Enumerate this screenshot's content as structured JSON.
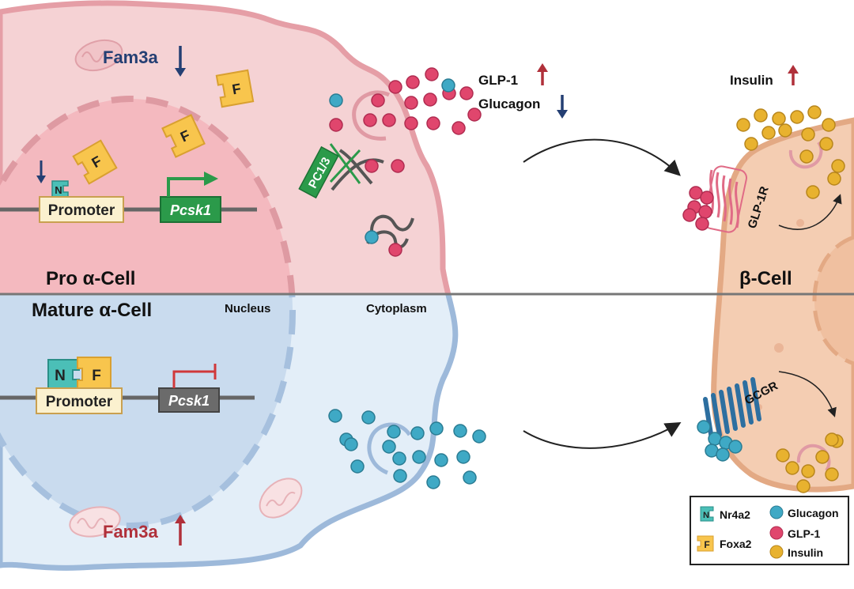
{
  "labels": {
    "pro_cell": "Pro α-Cell",
    "mature_cell": "Mature α-Cell",
    "beta_cell": "β-Cell",
    "nucleus": "Nucleus",
    "cytoplasm": "Cytoplasm",
    "fam3a": "Fam3a",
    "glp1": "GLP-1",
    "glucagon": "Glucagon",
    "insulin": "Insulin",
    "promoter": "Promoter",
    "pcsk1": "Pcsk1",
    "pc13": "PC1/3",
    "glp1r": "GLP-1R",
    "gcgr": "GCGR",
    "n_letter": "N",
    "f_letter": "F"
  },
  "legend": {
    "nr4a2": "Nr4a2",
    "foxa2": "Foxa2",
    "glucagon": "Glucagon",
    "glp1": "GLP-1",
    "insulin": "Insulin"
  },
  "colors": {
    "pro_cytoplasm": "#f5d2d4",
    "pro_membrane": "#e59ea6",
    "pro_nucleus": "#f4b9bf",
    "mature_cytoplasm": "#e3eef8",
    "mature_membrane": "#9db9da",
    "mature_nucleus": "#c9dbee",
    "beta_cell": "#f4cdb2",
    "beta_membrane": "#e3a984",
    "glp1": "#e0466d",
    "glucagon": "#3fa9c5",
    "insulin": "#e8b22f",
    "foxa2": "#f8c54d",
    "nr4a2": "#4bbfb7",
    "pcsk1_active": "#2b9a4a",
    "pcsk1_inactive": "#6b6b6b",
    "up_arrow": "#b0303a",
    "down_arrow": "#243f73"
  }
}
